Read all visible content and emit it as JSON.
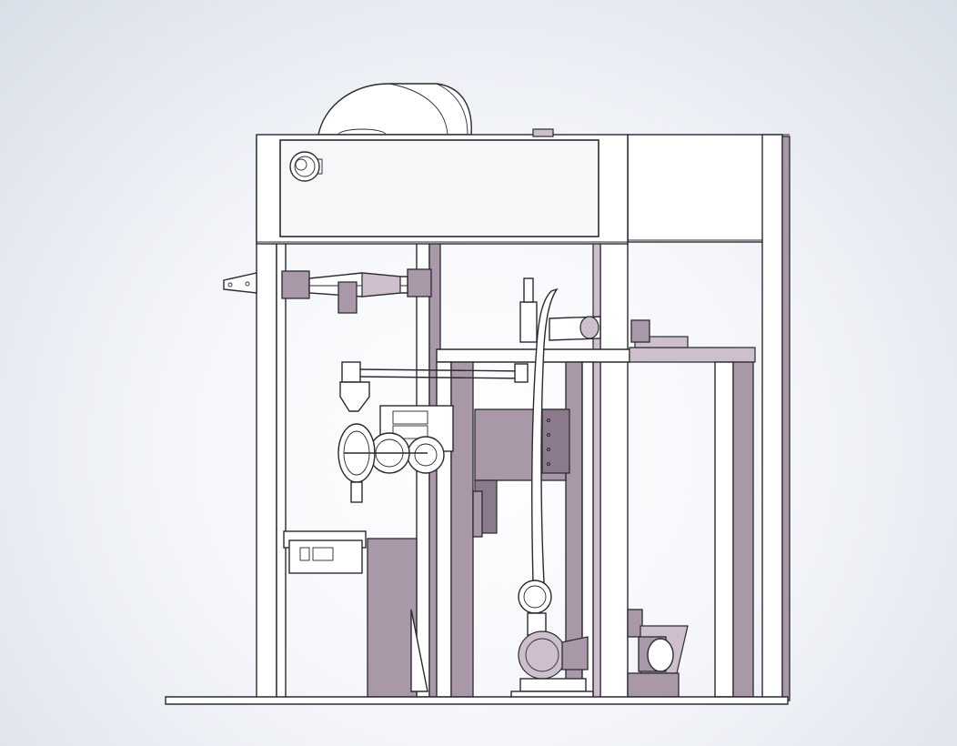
{
  "scene": {
    "kind": "cad-viewport",
    "background_colors": [
      "#ffffff",
      "#d9dfe8"
    ],
    "part_colors": {
      "edge": "#2a2a30",
      "face_lit": "#ffffff",
      "face_shaded": "#a898a8",
      "face_shaded_light": "#cdbfcb",
      "face_shaded_dark": "#8a7a8c"
    },
    "components": [
      "reel-drum",
      "frame",
      "control-panel-box",
      "power-switch",
      "side-bracket",
      "upper-roller-assembly",
      "cyclone-separator",
      "rotary-gear-assembly",
      "table-frame",
      "vertical-pipe",
      "pump",
      "motor",
      "electrical-box",
      "base-plate"
    ]
  }
}
